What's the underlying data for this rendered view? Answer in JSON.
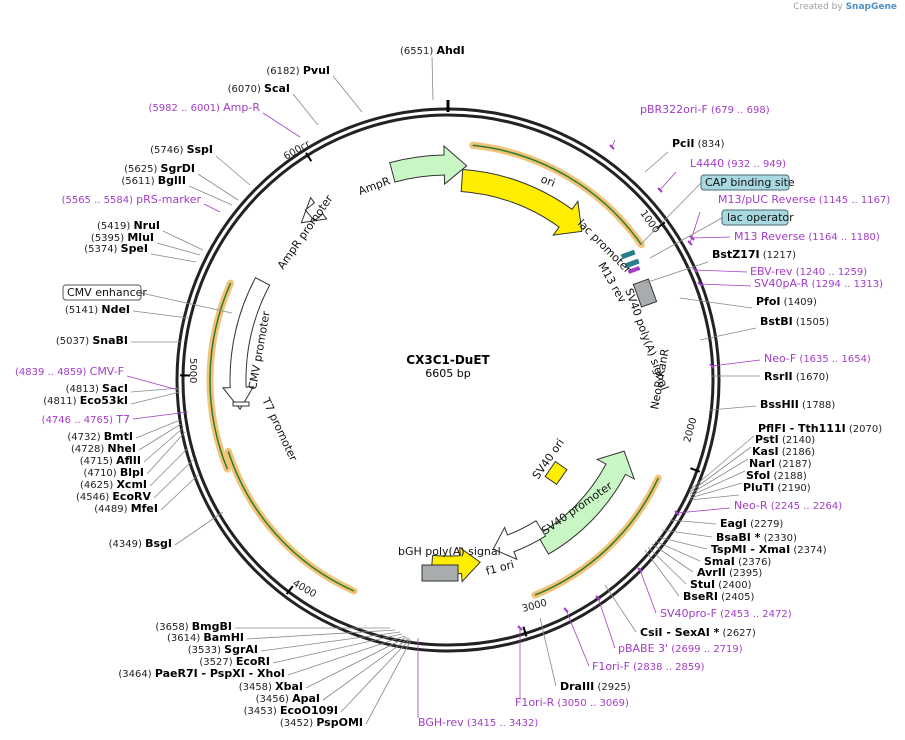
{
  "credit": {
    "prefix": "Created by",
    "brand": "SnapGene"
  },
  "title": "CX3C1-DuET",
  "length_label": "6605 bp",
  "ticks": [
    "1000",
    "2000",
    "3000",
    "4000",
    "5000",
    "600cr"
  ],
  "sites_right": [
    {
      "name": "AhdI",
      "pos": "(6551)"
    },
    {
      "name": "PciI",
      "pos": "(834)"
    },
    {
      "name": "BstZ17I",
      "pos": "(1217)"
    },
    {
      "name": "PfoI",
      "pos": "(1409)"
    },
    {
      "name": "BstBI",
      "pos": "(1505)"
    },
    {
      "name": "RsrII",
      "pos": "(1670)"
    },
    {
      "name": "BssHII",
      "pos": "(1788)"
    },
    {
      "name": "PflFI - Tth111I",
      "pos": "(2070)"
    },
    {
      "name": "PstI",
      "pos": "(2140)"
    },
    {
      "name": "KasI",
      "pos": "(2186)"
    },
    {
      "name": "NarI",
      "pos": "(2187)"
    },
    {
      "name": "SfoI",
      "pos": "(2188)"
    },
    {
      "name": "PluTI",
      "pos": "(2190)"
    },
    {
      "name": "EagI",
      "pos": "(2279)"
    },
    {
      "name": "BsaBI *",
      "pos": "(2330)"
    },
    {
      "name": "TspMI - XmaI",
      "pos": "(2374)"
    },
    {
      "name": "SmaI",
      "pos": "(2376)"
    },
    {
      "name": "AvrII",
      "pos": "(2395)"
    },
    {
      "name": "StuI",
      "pos": "(2400)"
    },
    {
      "name": "BseRI",
      "pos": "(2405)"
    },
    {
      "name": "CsiI - SexAI *",
      "pos": "(2627)"
    },
    {
      "name": "DraIII",
      "pos": "(2925)"
    }
  ],
  "sites_left": [
    {
      "name": "PvuI",
      "pos": "(6182)"
    },
    {
      "name": "ScaI",
      "pos": "(6070)"
    },
    {
      "name": "SspI",
      "pos": "(5746)"
    },
    {
      "name": "SgrDI",
      "pos": "(5625)"
    },
    {
      "name": "BglII",
      "pos": "(5611)"
    },
    {
      "name": "NruI",
      "pos": "(5419)"
    },
    {
      "name": "MluI",
      "pos": "(5395)"
    },
    {
      "name": "SpeI",
      "pos": "(5374)"
    },
    {
      "name": "NdeI",
      "pos": "(5141)"
    },
    {
      "name": "SnaBI",
      "pos": "(5037)"
    },
    {
      "name": "SacI",
      "pos": "(4813)"
    },
    {
      "name": "Eco53kI",
      "pos": "(4811)"
    },
    {
      "name": "BmtI",
      "pos": "(4732)"
    },
    {
      "name": "NheI",
      "pos": "(4728)"
    },
    {
      "name": "AflII",
      "pos": "(4715)"
    },
    {
      "name": "BlpI",
      "pos": "(4710)"
    },
    {
      "name": "XcmI",
      "pos": "(4625)"
    },
    {
      "name": "EcoRV",
      "pos": "(4546)"
    },
    {
      "name": "MfeI",
      "pos": "(4489)"
    },
    {
      "name": "BsgI",
      "pos": "(4349)"
    },
    {
      "name": "BmgBI",
      "pos": "(3658)"
    },
    {
      "name": "BamHI",
      "pos": "(3614)"
    },
    {
      "name": "SgrAI",
      "pos": "(3533)"
    },
    {
      "name": "EcoRI",
      "pos": "(3527)"
    },
    {
      "name": "PaeR7I - PspXI - XhoI",
      "pos": "(3464)"
    },
    {
      "name": "XbaI",
      "pos": "(3458)"
    },
    {
      "name": "ApaI",
      "pos": "(3456)"
    },
    {
      "name": "EcoO109I",
      "pos": "(3453)"
    },
    {
      "name": "PspOMI",
      "pos": "(3452)"
    }
  ],
  "primers_right": [
    {
      "name": "pBR322ori-F",
      "range": "(679 .. 698)"
    },
    {
      "name": "L4440",
      "range": "(932 .. 949)"
    },
    {
      "name": "M13/pUC Reverse",
      "range": "(1145 .. 1167)"
    },
    {
      "name": "M13 Reverse",
      "range": "(1164 .. 1180)"
    },
    {
      "name": "EBV-rev",
      "range": "(1240 .. 1259)"
    },
    {
      "name": "SV40pA-R",
      "range": "(1294 .. 1313)"
    },
    {
      "name": "Neo-F",
      "range": "(1635 .. 1654)"
    },
    {
      "name": "Neo-R",
      "range": "(2245 .. 2264)"
    },
    {
      "name": "SV40pro-F",
      "range": "(2453 .. 2472)"
    },
    {
      "name": "pBABE 3'",
      "range": "(2699 .. 2719)"
    },
    {
      "name": "F1ori-F",
      "range": "(2838 .. 2859)"
    },
    {
      "name": "F1ori-R",
      "range": "(3050 .. 3069)"
    }
  ],
  "primers_left": [
    {
      "name": "Amp-R",
      "range": "(5982 .. 6001)"
    },
    {
      "name": "pRS-marker",
      "range": "(5565 .. 5584)"
    },
    {
      "name": "CMV-F",
      "range": "(4839 .. 4859)"
    },
    {
      "name": "T7",
      "range": "(4746 .. 4765)"
    },
    {
      "name": "BGH-rev",
      "range": "(3415 .. 3432)"
    }
  ],
  "boxes": {
    "cap": "CAP binding site",
    "lacop": "lac operator",
    "cmv_enh": "CMV enhancer"
  },
  "features": {
    "ori": "ori",
    "lac_promoter": "lac promoter",
    "m13_rev": "M13 rev",
    "sv40_polya": "SV40 poly(A) signal",
    "neor": "NeoR/KanR",
    "sv40_ori": "SV40 ori",
    "sv40_promoter": "SV40 promoter",
    "f1_ori": "f1 ori",
    "bgh": "bGH poly(A) signal",
    "t7_promoter": "T7 promoter",
    "cmv_promoter": "CMV promoter",
    "ampr_promoter": "AmpR promoter",
    "ampr": "AmpR"
  },
  "colors": {
    "ori": "#ffee00",
    "neor": "#c8f7c5",
    "primer": "#a23cc8",
    "highlight": "#f3c37a",
    "cap_box": "#a8d8e0",
    "polya": "#a9acae"
  }
}
